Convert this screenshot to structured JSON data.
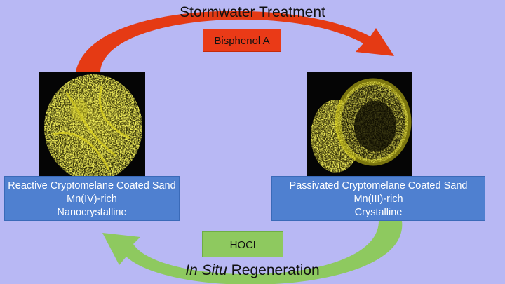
{
  "colors": {
    "background": "#b8b8f4",
    "treatment_arrow": "#e53a14",
    "regeneration_arrow": "#8ec95f",
    "label_box": "#4f80d0",
    "micrograph_signal": "#d8d018"
  },
  "top_arc": {
    "title": "Stormwater Treatment",
    "tag": "Bisphenol A"
  },
  "bottom_arc": {
    "title_italic": "In Situ",
    "title_rest": " Regeneration",
    "tag": "HOCl"
  },
  "left_state": {
    "image": "left-micrograph",
    "lines": [
      "Reactive Cryptomelane Coated Sand",
      "Mn(IV)-rich",
      "Nanocrystalline"
    ]
  },
  "right_state": {
    "image": "right-micrograph",
    "lines": [
      "Passivated Cryptomelane Coated Sand",
      "Mn(III)-rich",
      "Crystalline"
    ]
  }
}
